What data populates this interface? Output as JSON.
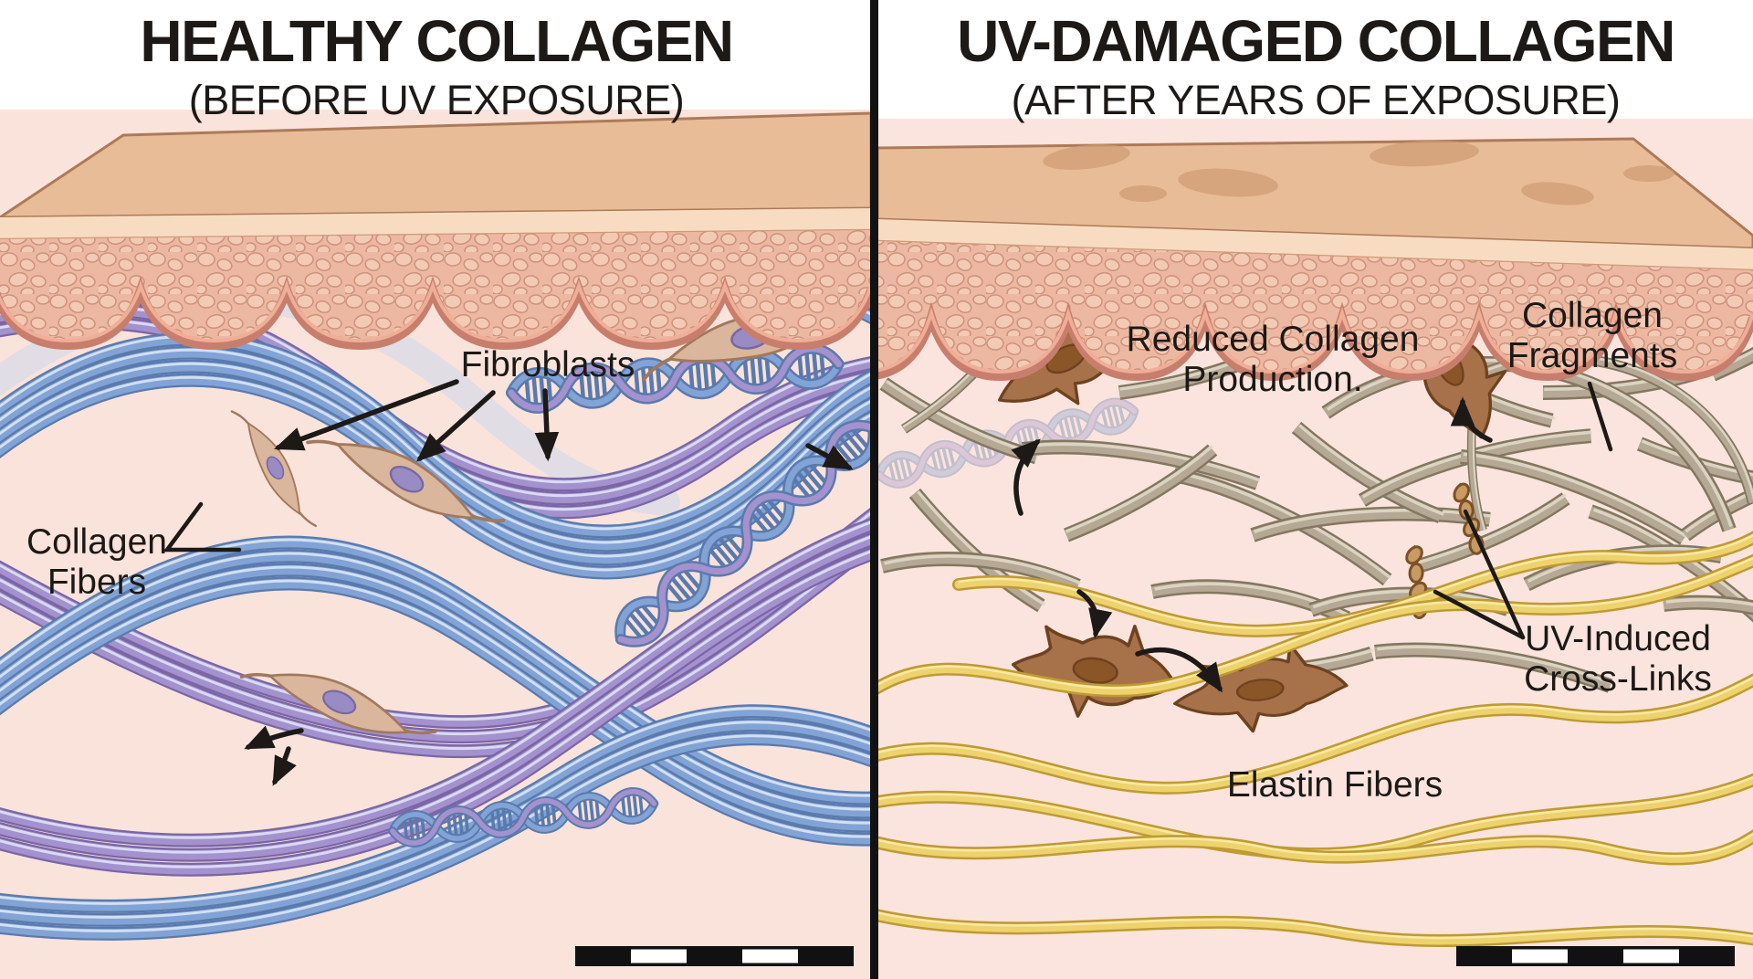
{
  "panels": {
    "left": {
      "title": "HEALTHY COLLAGEN",
      "subtitle": "(BEFORE UV EXPOSURE)",
      "labels": {
        "fibroblasts": "Fibroblasts",
        "collagen_fibers": "Collagen Fibers"
      }
    },
    "right": {
      "title": "UV-DAMAGED COLLAGEN",
      "subtitle": "(AFTER YEARS OF EXPOSURE)",
      "labels": {
        "reduced_collagen": "Reduced Collagen Production.",
        "collagen_fragments": "Collagen Fragments",
        "uv_cross_links": "UV-Induced Cross-Links",
        "elastin_fibers": "Elastin Fibers"
      }
    }
  },
  "colors": {
    "paper": "#ffffff",
    "ink": "#1c1916",
    "divider": "#121212",
    "dermis-left": "#fae3db",
    "dermis-right": "#fbe4dd",
    "skin-surface": "#e9bc98",
    "skin-surface-spot": "#cf9b72",
    "skin-edge": "#ad7a58",
    "skin-band": "#f8dcc2",
    "epidermis": "#edb8a2",
    "pebble": "#f3cbb5",
    "pebble-line": "#d0937d",
    "wave": "#c87e6d",
    "wave-light": "#efae97",
    "fiber-blue": "#82a3d5",
    "fiber-blue-dark": "#5a7aad",
    "fiber-purple": "#a492cf",
    "fiber-purple-dark": "#7a66a6",
    "fibroblast-body": "#d9b69c",
    "fibroblast-edge": "#a2785c",
    "fibroblast-nucleus": "#998cc4",
    "fragment": "#b5a995",
    "fragment-dark": "#83775f",
    "fragment-light": "#e0d8c8",
    "damaged-cell": "#a7714a",
    "damaged-cell-edge": "#6e421f",
    "damaged-nucleus": "#8a5527",
    "elastin": "#eed26e",
    "elastin-dark": "#bf9a33",
    "chain": "#7d5026",
    "chain-fill": "#c89a64"
  }
}
